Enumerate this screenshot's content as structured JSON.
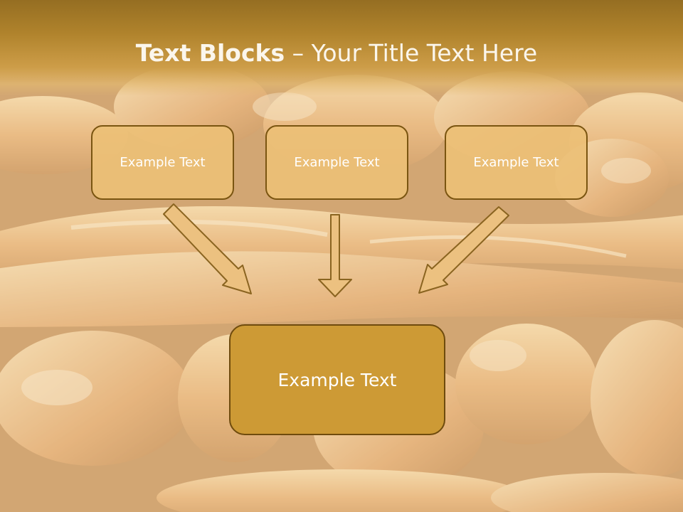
{
  "slide": {
    "title_bold": "Text Blocks",
    "title_dash": "–",
    "title_rest": "Your Title Text Here"
  },
  "blocks": {
    "top_left": "Example Text",
    "top_center": "Example Text",
    "top_right": "Example Text",
    "bottom": "Example Text"
  },
  "background": {
    "icon": "baguette-bread-photo"
  },
  "colors": {
    "title_band": "#b0832c",
    "box_fill": "#ecbf76",
    "box_border": "#7a5511",
    "bottom_box_fill": "#cd9a35",
    "arrow_fill": "#ecc180",
    "arrow_border": "#8a6420"
  }
}
